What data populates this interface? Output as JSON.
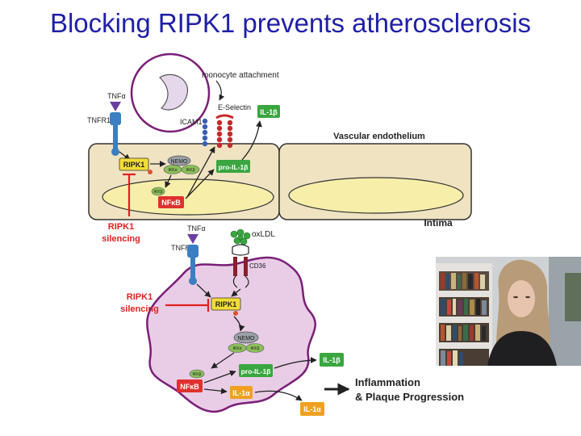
{
  "slide": {
    "title": "Blocking RIPK1 prevents atherosclerosis"
  },
  "top_panel": {
    "tnfa": "TNFα",
    "tnfr1": "TNFR1",
    "monocyte_attachment": "monocyte attachment",
    "icam1": "ICAM1",
    "e_selectin": "E-Selectin",
    "il1b": "IL-1β",
    "vascular_endothelium": "Vascular endothelium",
    "ripk1": "RIPK1",
    "nemo": "NEMO",
    "ikka": "IKKα",
    "ikkb": "IKKβ",
    "ikkb2": "IKKβ",
    "nfkb": "NFκB",
    "pro_il1b": "pro-IL-1β",
    "intima": "Intima",
    "silencing_line1": "RIPK1",
    "silencing_line2": "silencing"
  },
  "bottom_panel": {
    "tnfa": "TNFα",
    "tnfr1": "TNFR1",
    "oxldl": "oxLDL",
    "cd36": "CD36",
    "ripk1": "RIPK1",
    "silencing_line1": "RIPK1",
    "silencing_line2": "silencing",
    "nemo": "NEMO",
    "ikka": "IKKα",
    "ikkb": "IKKβ",
    "ikkb2": "IKKβ",
    "nfkb": "NFκB",
    "pro_il1b": "pro-IL-1β",
    "il1b": "IL-1β",
    "il1a_inner": "IL-1α",
    "il1a_outer": "IL-1α",
    "outcome_line1": "Inflammation",
    "outcome_line2": "& Plaque Progression"
  },
  "colors": {
    "title": "#1f1fa8",
    "ripk1_box": "#f2dc3a",
    "nfkb_box": "#e0312e",
    "green_box": "#3aa640",
    "il1a_box": "#f0a020",
    "cell_fill": "#efe3c2",
    "nucleus_fill": "#f7eeaa",
    "macrophage_fill": "#e9cde6",
    "macrophage_outline": "#7a1f77",
    "silencing_red": "#e02020"
  }
}
